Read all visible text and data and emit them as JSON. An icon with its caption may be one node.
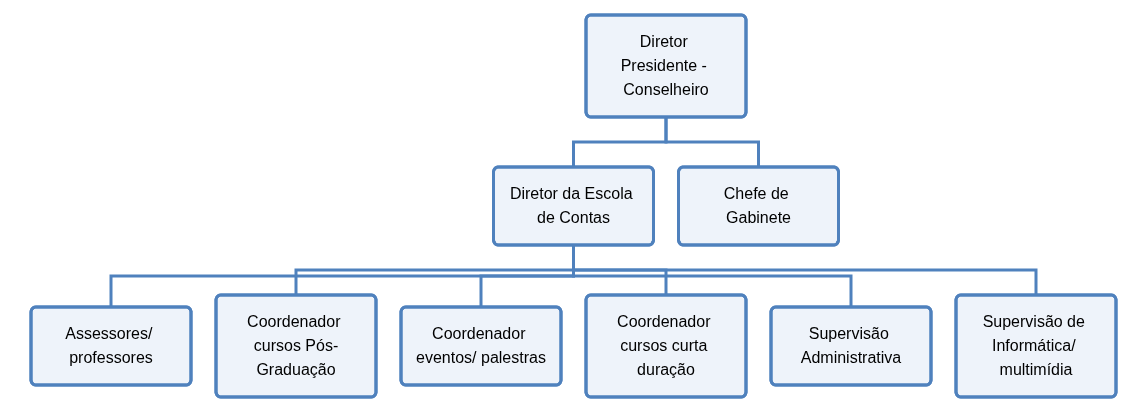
{
  "diagram": {
    "nodes": [
      {
        "text": [
          "Diretor Presidente - Conselheiro"
        ]
      },
      {
        "text": [
          "Diretor da Escola de Contas"
        ]
      },
      {
        "text": [
          "Chefe de Gabinete"
        ]
      },
      {
        "text": [
          "Assessores/ professores"
        ]
      },
      {
        "text": [
          "Coordenador cursos Pós-Graduação"
        ]
      },
      {
        "text": [
          "Coordenador eventos/ palestras"
        ]
      },
      {
        "text": [
          "Coordenador cursos curta duração"
        ]
      },
      {
        "text": [
          "Supervisão Administrativa"
        ]
      },
      {
        "text": [
          "Supervisão de Informática/ multimídia"
        ]
      }
    ],
    "edges": [
      {
        "from": 0,
        "to": 1,
        "arrow": "none"
      },
      {
        "from": 0,
        "to": 2,
        "arrow": "none"
      },
      {
        "from": 1,
        "to": 3,
        "arrow": "none"
      },
      {
        "from": 1,
        "to": 4,
        "arrow": "none"
      },
      {
        "from": 1,
        "to": 5,
        "arrow": "none"
      },
      {
        "from": 1,
        "to": 6,
        "arrow": "none"
      },
      {
        "from": 1,
        "to": 7,
        "arrow": "none"
      },
      {
        "from": 1,
        "to": 8,
        "arrow": "none"
      }
    ]
  }
}
